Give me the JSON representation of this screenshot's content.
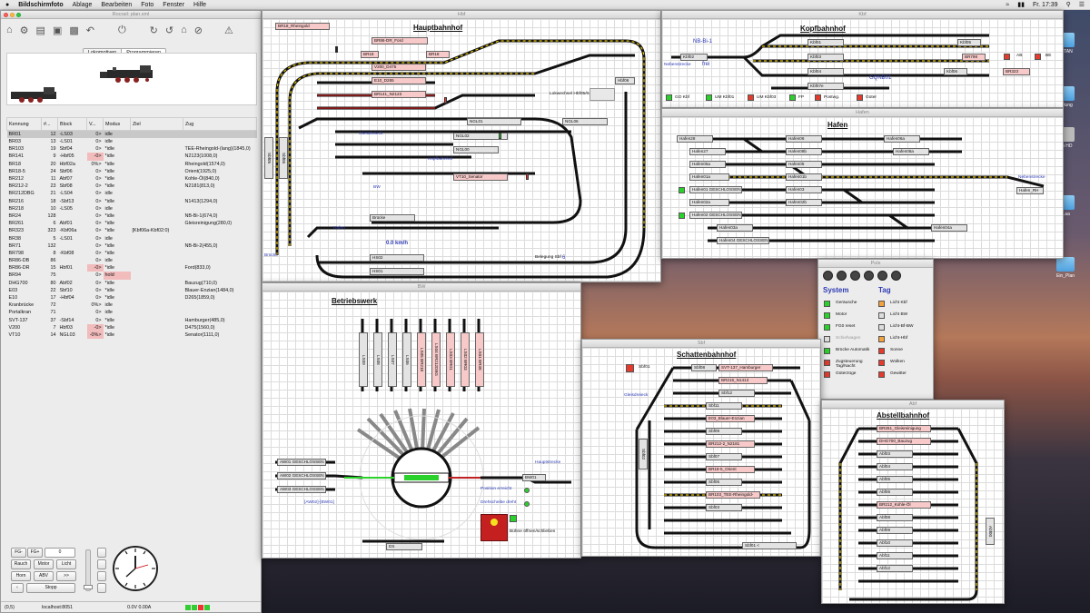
{
  "menubar": {
    "app": "Bildschirmfoto",
    "items": [
      "Ablage",
      "Bearbeiten",
      "Foto",
      "Fenster",
      "Hilfe"
    ],
    "clock": "Fr. 17:39"
  },
  "rocrail": {
    "title": "Rocrail: plan.xml",
    "tabs": [
      "Lokomotiven",
      "Programmieren"
    ],
    "columns": [
      "Kennung",
      "#...",
      "Block",
      "V...",
      "Modus",
      "Ziel",
      "Zug"
    ],
    "rows": [
      [
        "BR01",
        "12",
        "-LS03",
        "0>",
        "idle",
        "",
        ""
      ],
      [
        "BR03",
        "13",
        "-LS01",
        "0>",
        "idle",
        "",
        ""
      ],
      [
        "BR103",
        "19",
        "Sbf04",
        "0>",
        "*idle",
        "",
        "TEE-Rheingold-(lang)(1845,0)"
      ],
      [
        "BR141",
        "9",
        "-Hbf05",
        "-0>",
        "*idle",
        "",
        "N2123(1008,0)"
      ],
      [
        "BR18",
        "20",
        "Hbf02a",
        "0%>",
        "*idle",
        "",
        "Rheingold(1574,0)"
      ],
      [
        "BR18-5",
        "24",
        "Sbf06",
        "0>",
        "*idle",
        "",
        "Orient(1925,0)"
      ],
      [
        "BR212",
        "11",
        "Abf07",
        "0>",
        "*idle",
        "",
        "Kohle-Öl(840,0)"
      ],
      [
        "BR212-2",
        "23",
        "Sbf08",
        "0>",
        "*idle",
        "",
        "N2181(813,0)"
      ],
      [
        "BR212DBG",
        "21",
        "-LS04",
        "0>",
        "idle",
        "",
        ""
      ],
      [
        "BR216",
        "18",
        "-Sbf13",
        "0>",
        "*idle",
        "",
        "N1413(1294,0)"
      ],
      [
        "BR218",
        "10",
        "-LS05",
        "0>",
        "idle",
        "",
        ""
      ],
      [
        "BR24",
        "128",
        "",
        "0>",
        "*idle",
        "",
        "NB-Bi-1(674,0)"
      ],
      [
        "BR261",
        "6",
        "Abf01",
        "0>",
        "*idle",
        "",
        "Gleisreinigung(280,0)"
      ],
      [
        "BR323",
        "323",
        "-Kbf06a",
        "0>",
        "*idle",
        "[Kbf06a-Kbf02:0)",
        ""
      ],
      [
        "BR38",
        "5",
        "-LS01",
        "0>",
        "idle",
        "",
        ""
      ],
      [
        "BR71",
        "132",
        "",
        "0>",
        "*idle",
        "",
        "NB-Bi-2(455,0)"
      ],
      [
        "BR798",
        "8",
        "-Kbf08",
        "0>",
        "*idle",
        "",
        ""
      ],
      [
        "BR86-DB",
        "86",
        "",
        "0>",
        "idle",
        "",
        ""
      ],
      [
        "BR86-DR",
        "15",
        "Hbf01",
        "-0>",
        "*idle",
        "",
        "Ford(833,0)"
      ],
      [
        "BR94",
        "75",
        "",
        "0>",
        "hold",
        "",
        ""
      ],
      [
        "DHG700",
        "80",
        "Abf02",
        "0>",
        "*idle",
        "",
        "Bauzug(710,0)"
      ],
      [
        "E03",
        "22",
        "Sbf10",
        "0>",
        "*idle",
        "",
        "Blauer-Enzian(1484,0)"
      ],
      [
        "E10",
        "17",
        "-Hbf04",
        "0>",
        "*idle",
        "",
        "D265(1859,0)"
      ],
      [
        "Kranbrücke",
        "72",
        "",
        "0%>",
        "idle",
        "",
        ""
      ],
      [
        "Portalkran",
        "71",
        "",
        "0>",
        "idle",
        "",
        ""
      ],
      [
        "SVT-137",
        "37",
        "-Sbf14",
        "0>",
        "*idle",
        "",
        "Hamburger(485,0)"
      ],
      [
        "V200",
        "7",
        "Hbf03",
        "-0>",
        "*idle",
        "",
        "D475(1560,0)"
      ],
      [
        "VT10",
        "14",
        "NGL03",
        "-0%>",
        "*idle",
        "",
        "Senator(1111,0)"
      ]
    ],
    "controls": {
      "fg_minus": "FG-",
      "fg_plus": "FG+",
      "speed": "0",
      "rauch": "Rauch",
      "motor": "Motor",
      "licht": "Licht",
      "horn": "Horn",
      "abv": "ABV",
      "fwd": ">>",
      "stop": "Stopp"
    },
    "status": {
      "coords": "(0,5)",
      "host": "localhost:8051",
      "power": "0.0V 0.00A"
    }
  },
  "hbf": {
    "win": "Hbf",
    "title": "Hauptbahnhof",
    "blocks": [
      "BR18_Rheingold",
      "BR86-DR_Ford",
      "BR18",
      "V200_D475",
      "E10_D265",
      "BR141_N2123",
      "NGL01",
      "NGL02",
      "NGL00",
      "NGL06",
      "VT10_Senator",
      "Hbf06",
      "Brücke",
      "HS02",
      "HS01"
    ],
    "labels": {
      "lokwechsel": "Lokwechsel Hbf05/04 (lcid):",
      "gleisdreieck": "Gleisdreieck",
      "kopfbahnhof": "Kopfbahnhof",
      "bw": "BW",
      "hafen": "Hafen",
      "bruecke": "Brücke",
      "speed": "0.0 km/h",
      "belegung": "Belegung Sbf",
      "belegung_val": "6",
      "sbf05": "Sbf05",
      "sbf06": "Sbf06"
    }
  },
  "kbf": {
    "win": "Kbf",
    "title": "Kopfbahnhof",
    "labels": {
      "nb": "NB-Bi-1",
      "frei": "frei",
      "nebenstrecke": "Nebenstrecke",
      "gqnb01": "GQNB01",
      "ab": "AB",
      "be": "BE"
    },
    "blocks": [
      "Kbf02",
      "Kbf01",
      "Kbf03",
      "Kbf04",
      "Kbf07e",
      "Kbf05",
      "BR798",
      "BR323",
      "Kbf06"
    ],
    "buttons": [
      "GO Kbf",
      "UM Kbf01",
      "UM Kbf03",
      "FP",
      "Postwg.",
      "Güter"
    ]
  },
  "hafen": {
    "win": "Hafen",
    "title": "Hafen",
    "blocks": [
      "Hafen28",
      "Hafen06",
      "Hafen06a",
      "Hafen27",
      "Hafen08b",
      "Hafen08a",
      "Hafen05a",
      "Hafen05",
      "Hafen01a",
      "Hafen01b",
      "Hafen01 GESCHLOSSEN",
      "Hafen03",
      "Hafen02a",
      "Hafen02b",
      "Hafen02 GESCHLOSSEN",
      "Hafen03a",
      "Hafen04a",
      "Hafen04 GESCHLOSSEN",
      "Hafen_RH"
    ],
    "labels": {
      "nebenstrecke": "Nebenstrecke"
    }
  },
  "bw": {
    "win": "BW",
    "title": "Betriebswerk",
    "blocks": [
      "LS09",
      "LS08",
      "LS07",
      "LS06",
      "LS05 BR218",
      "LS04 BR212DBG",
      "LS03 BR01",
      "LS02 BR03",
      "LS01 BR38",
      "AW01 GESCHLOSSEN",
      "AW02 GESCHLOSSEN",
      "AW03 GESCHLOSSEN",
      "BW01",
      "DS"
    ],
    "labels": {
      "aw": "[AW02]-[BW01]",
      "haupt": "Hauptstrecke",
      "pos": "Position erreicht",
      "dreh": "Drehscheibe dreht",
      "buehne": "Bühne öffnen/schließen"
    }
  },
  "puls": {
    "win": "Puls",
    "system": "System",
    "tag": "Tag",
    "left": [
      "Geräusche",
      "Motor",
      "FG0 reset",
      "Schiefwagen",
      "Brücke Automatik",
      "Zugsteuerung Tag/Nacht",
      "Güterzüge"
    ],
    "right": [
      "Licht Kbf",
      "Licht BW",
      "Licht-Bf-BW",
      "Licht-Hbf",
      "Sonne",
      "Wolken",
      "Gewitter"
    ]
  },
  "sbf": {
    "win": "Sbf",
    "title": "Schattenbahnhof",
    "labels": {
      "sbf01": "Sbf01",
      "gleisdreieck": "Gleisdreieck"
    },
    "blocks": [
      "Sbf08",
      "SVT-137_Hamburger",
      "BR216_N1413",
      "Sbf12",
      "Sbf11",
      "E03_Blauer-Enzian",
      "Sbf09",
      "BR212-2_N2181",
      "Sbf07",
      "BR18-5_Orient",
      "Sbf05",
      "BR103_TEE-Rheingold-",
      "Sbf03",
      "Sbf01 <",
      "Sbf02"
    ]
  },
  "abf": {
    "win": "Abf",
    "title": "Abstellbahnhof",
    "blocks": [
      "BR261_Gleisreinigung",
      "DHG700_Bauzug",
      "Abf03",
      "Abf04",
      "Abf05",
      "Abf06",
      "BR212_Kohle-Öl",
      "Abf08",
      "Abf09",
      "Abf10",
      "Abf11",
      "Abf12",
      "Abf00"
    ]
  },
  "desktop": {
    "items": [
      "JPTAN",
      "Ein_Plan"
    ],
    "partial": [
      "Ablung",
      "Dn HD",
      "...aa"
    ]
  }
}
